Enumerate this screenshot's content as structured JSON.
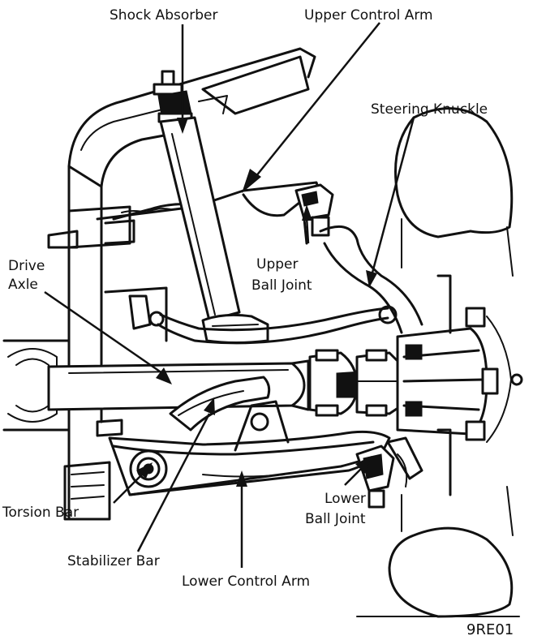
{
  "labels": {
    "shock_absorber": "Shock Absorber",
    "upper_control_arm": "Upper Control Arm",
    "steering_knuckle": "Steering Knuckle",
    "drive_axle_line1": "Drive",
    "drive_axle_line2": "Axle",
    "upper_ball_joint_line1": "Upper",
    "upper_ball_joint_line2": "Ball Joint",
    "torsion_bar": "Torsion Bar",
    "lower_ball_joint_line1": "Lower",
    "lower_ball_joint_line2": "Ball Joint",
    "stabilizer_bar": "Stabilizer Bar",
    "lower_control_arm": "Lower Control Arm",
    "figure_code": "9RE01"
  },
  "colors": {
    "ink": "#111111",
    "paper": "#ffffff"
  }
}
